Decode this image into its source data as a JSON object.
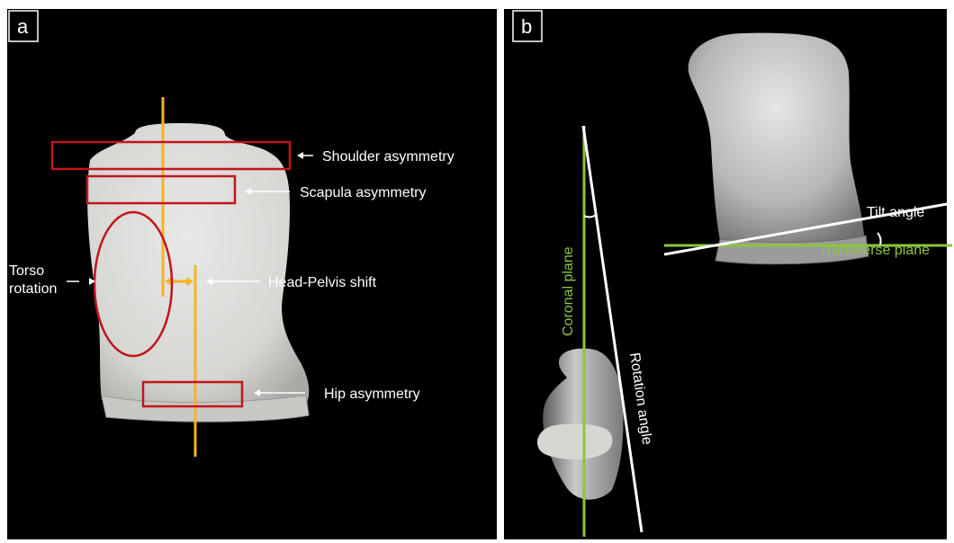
{
  "panel_a": {
    "letter": "a",
    "labels": {
      "shoulder": "Shoulder asymmetry",
      "scapula": "Scapula asymmetry",
      "torso_line1": "Torso",
      "torso_line2": "rotation",
      "head_pelvis": "Head-Pelvis shift",
      "hip": "Hip asymmetry"
    }
  },
  "panel_b": {
    "letter": "b",
    "labels": {
      "tilt": "Tilt angle",
      "transverse": "Transverse plane",
      "coronal": "Coronal plane",
      "rotation": "Rotation angle"
    }
  },
  "colors": {
    "background": "#000000",
    "box_red": "#c0161c",
    "axis_orange": "#f5b324",
    "plane_green": "#8cc63f",
    "line_white": "#ffffff",
    "torso_gray": "#dcdcd9"
  }
}
